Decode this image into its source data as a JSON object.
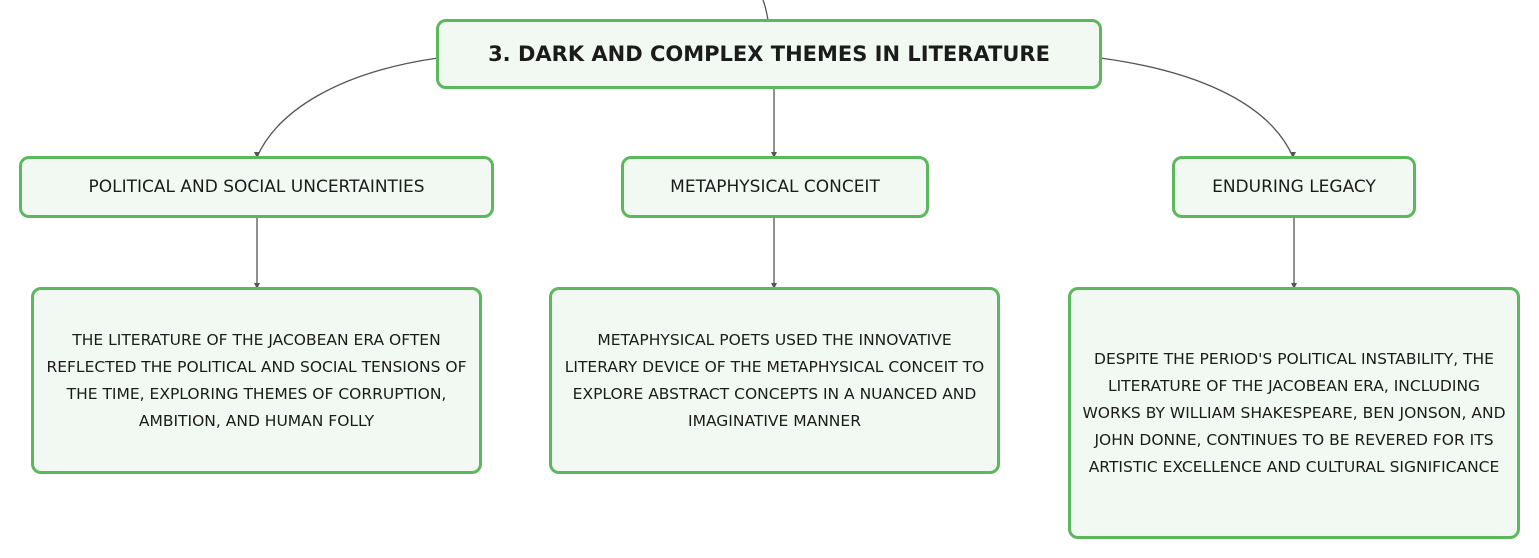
{
  "root": {
    "title": "3. DARK AND COMPLEX THEMES IN LITERATURE"
  },
  "branches": [
    {
      "label": "POLITICAL AND SOCIAL UNCERTAINTIES",
      "detail": "THE LITERATURE OF THE JACOBEAN ERA OFTEN REFLECTED THE POLITICAL AND SOCIAL TENSIONS OF THE TIME, EXPLORING THEMES OF CORRUPTION, AMBITION, AND HUMAN FOLLY"
    },
    {
      "label": "METAPHYSICAL CONCEIT",
      "detail": "METAPHYSICAL POETS USED THE INNOVATIVE LITERARY DEVICE OF THE METAPHYSICAL CONCEIT TO EXPLORE ABSTRACT CONCEPTS IN A NUANCED AND IMAGINATIVE MANNER"
    },
    {
      "label": "ENDURING LEGACY",
      "detail": "DESPITE THE PERIOD'S POLITICAL INSTABILITY, THE LITERATURE OF THE JACOBEAN ERA, INCLUDING WORKS BY WILLIAM SHAKESPEARE, BEN JONSON, AND JOHN DONNE, CONTINUES TO BE REVERED FOR ITS ARTISTIC EXCELLENCE AND CULTURAL SIGNIFICANCE"
    }
  ],
  "colors": {
    "node_border": "#5cb85c",
    "node_fill": "#f2f9f3",
    "connector": "#555555"
  }
}
